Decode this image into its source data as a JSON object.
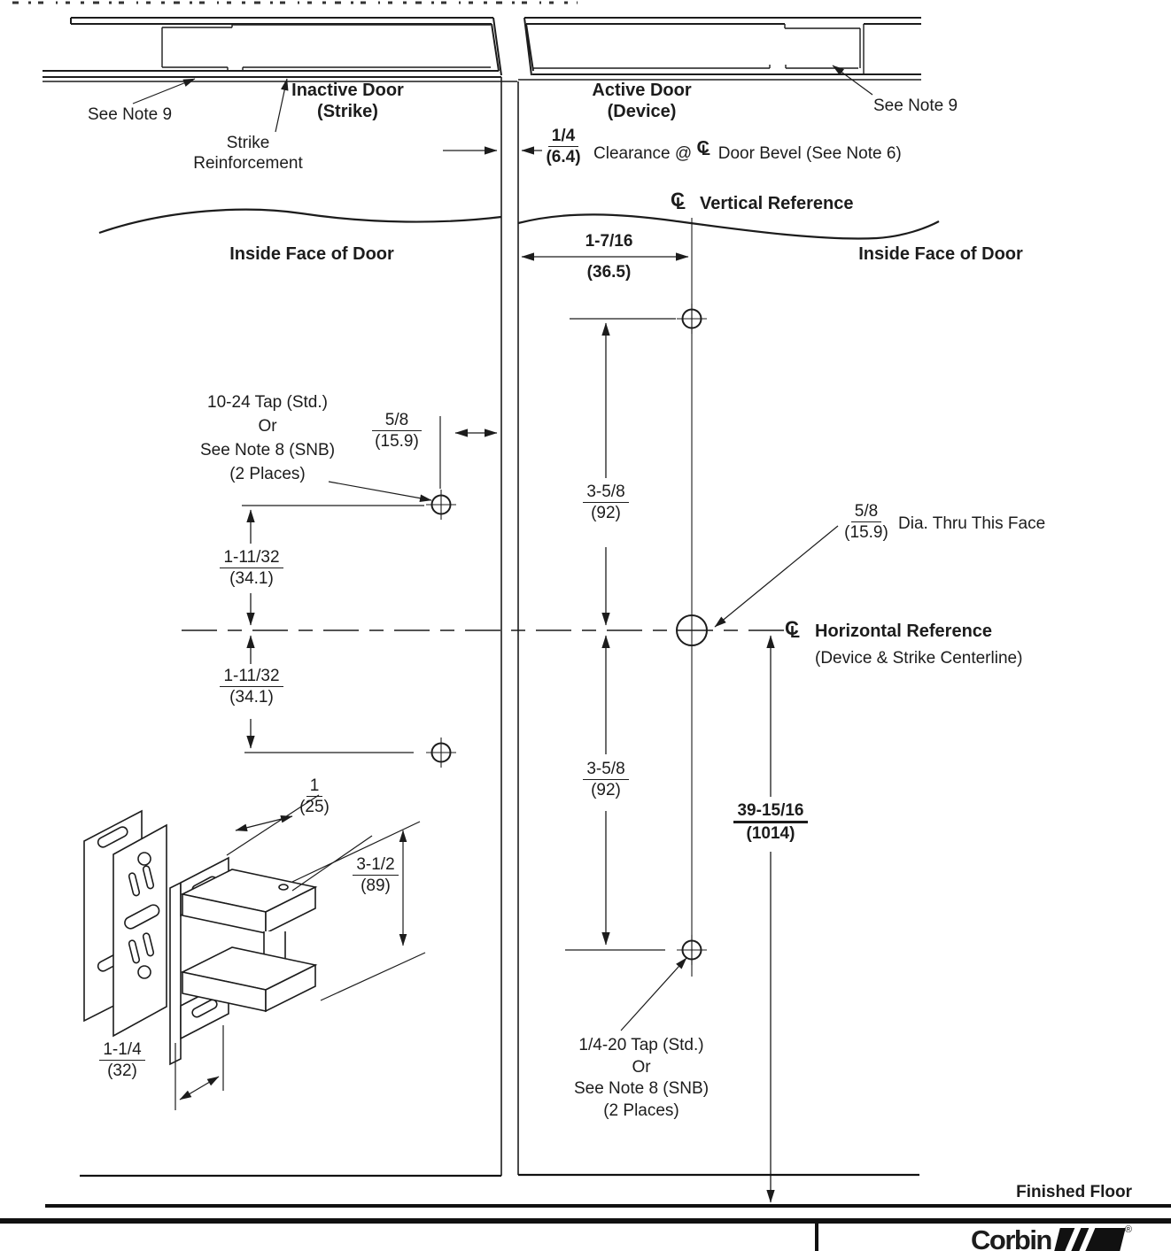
{
  "doors": {
    "inactive": {
      "title": "Inactive Door",
      "subtitle": "(Strike)"
    },
    "active": {
      "title": "Active Door",
      "subtitle": "(Device)"
    },
    "see_note_left": "See Note 9",
    "see_note_right": "See Note 9",
    "strike_reinforcement": [
      "Strike",
      "Reinforcement"
    ]
  },
  "references": {
    "vertical": "Vertical Reference",
    "horizontal": "Horizontal Reference",
    "horizontal_sub": "(Device & Strike Centerline)",
    "cl": {
      "c": "C",
      "l": "L"
    }
  },
  "clearance": {
    "fraction": {
      "inch": "1/4",
      "mm": "(6.4)"
    },
    "label_pre": "Clearance @",
    "label_post": "Door Bevel (See Note 6)"
  },
  "faces": {
    "left": "Inside Face of Door",
    "right": "Inside Face of Door"
  },
  "dims": {
    "center_to_edge": {
      "inch": "1-7/16",
      "mm": "(36.5)"
    },
    "edge_offset_left": {
      "inch": "5/8",
      "mm": "(15.9)"
    },
    "upper_spacing": {
      "inch": "3-5/8",
      "mm": "(92)"
    },
    "lower_spacing": {
      "inch": "3-5/8",
      "mm": "(92)"
    },
    "strike_upper": {
      "inch": "1-11/32",
      "mm": "(34.1)"
    },
    "strike_lower": {
      "inch": "1-11/32",
      "mm": "(34.1)"
    },
    "hole_dia": {
      "inch": "5/8",
      "mm": "(15.9)"
    },
    "floor_height": {
      "inch": "39-15/16",
      "mm": "(1014)"
    },
    "iso_depth": {
      "inch": "1",
      "mm": "(25)"
    },
    "iso_height": {
      "inch": "3-1/2",
      "mm": "(89)"
    },
    "iso_width": {
      "inch": "1-1/4",
      "mm": "(32)"
    }
  },
  "notes": {
    "dia_label": "Dia. Thru This Face",
    "tap_left": [
      "10-24 Tap (Std.)",
      "Or",
      "See Note 8 (SNB)",
      "(2 Places)"
    ],
    "tap_right": [
      "1/4-20 Tap (Std.)",
      "Or",
      "See Note 8 (SNB)",
      "(2 Places)"
    ],
    "finished_floor": "Finished Floor"
  },
  "footer": {
    "brand": "Corbin",
    "registered": "®"
  }
}
